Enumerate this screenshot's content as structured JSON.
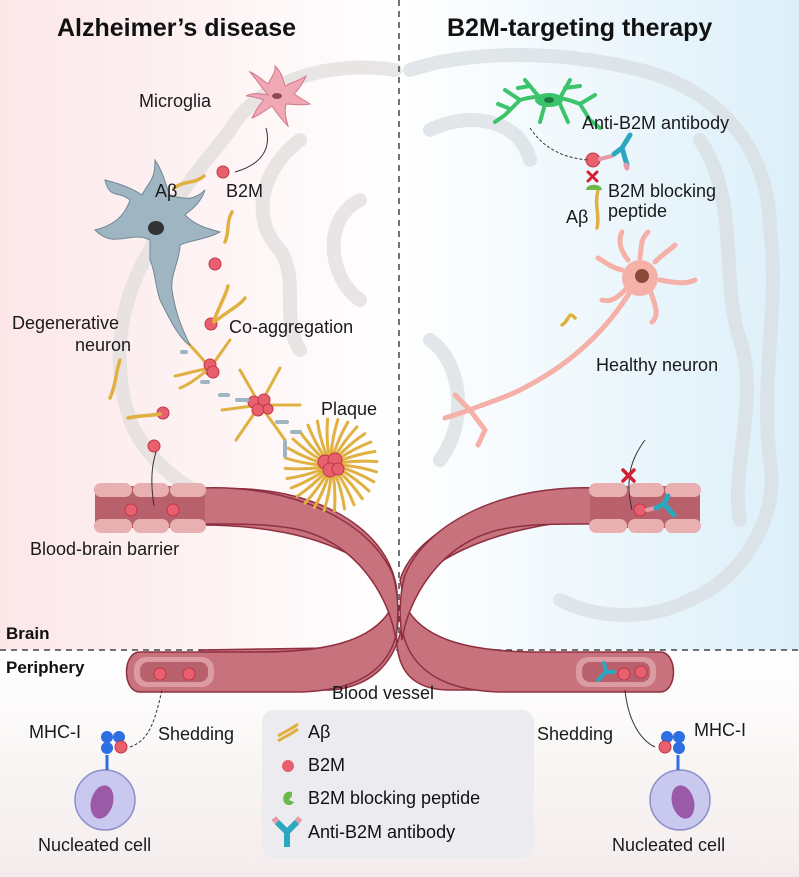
{
  "panels": {
    "left": {
      "title": "Alzheimer’s disease"
    },
    "right": {
      "title": "B2M-targeting therapy"
    }
  },
  "regions": {
    "brain": "Brain",
    "periphery": "Periphery"
  },
  "left_labels": {
    "microglia": "Microglia",
    "abeta": "Aβ",
    "b2m": "B2M",
    "degenerative_neuron_line1": "Degenerative",
    "degenerative_neuron_line2": "neuron",
    "co_aggregation": "Co-aggregation",
    "plaque": "Plaque",
    "bbb": "Blood-brain barrier",
    "mhc": "MHC-I",
    "shedding": "Shedding",
    "nucleated_cell": "Nucleated cell"
  },
  "right_labels": {
    "antibody": "Anti-B2M antibody",
    "blocking_line1": "B2M blocking",
    "blocking_line2": "peptide",
    "abeta": "Aβ",
    "healthy_neuron": "Healthy neuron",
    "mhc": "MHC-I",
    "shedding": "Shedding",
    "nucleated_cell": "Nucleated cell"
  },
  "center_labels": {
    "blood_vessel": "Blood vessel"
  },
  "legend": {
    "items": [
      {
        "icon": "abeta-fibril-icon",
        "label": "Aβ"
      },
      {
        "icon": "b2m-dot-icon",
        "label": "B2M"
      },
      {
        "icon": "blocking-peptide-icon",
        "label": "B2M blocking peptide"
      },
      {
        "icon": "antibody-icon",
        "label": "Anti-B2M antibody"
      }
    ]
  },
  "colors": {
    "left_bg": "#fdecec",
    "right_bg": "#e1f0f8",
    "vessel": "#c0707a",
    "vessel_dark": "#8f3040",
    "b2m": "#e8606e",
    "abeta": "#e0b040",
    "microglia": "#f0a8b4",
    "degenerative_neuron": "#9fb6c2",
    "healthy_neuron": "#f5b0a8",
    "green_microglia": "#3cc46a",
    "antibody": "#2aa8c0",
    "peptide": "#6db84a",
    "mhc": "#2d6ee0",
    "cell": "#c9c9f0",
    "nucleus": "#9a5aa8"
  }
}
